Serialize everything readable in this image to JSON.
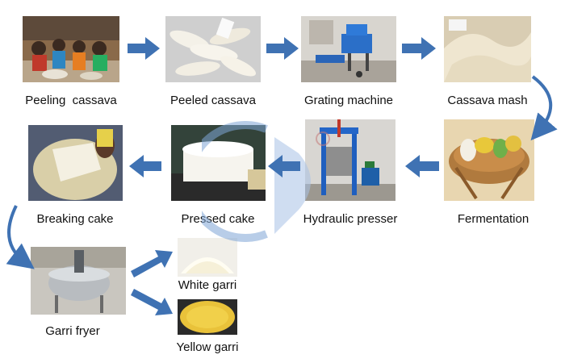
{
  "steps": {
    "peeling": "Peeling  cassava",
    "peeled": "Peeled cassava",
    "grating": "Grating machine",
    "mash": "Cassava mash",
    "fermentation": "Fermentation",
    "hydraulic": "Hydraulic presser",
    "pressed": "Pressed cake",
    "breaking": "Breaking cake",
    "fryer": "Garri fryer",
    "white": "White garri",
    "yellow": "Yellow garri"
  },
  "colors": {
    "arrow": "#3f72b3",
    "watermark": "#7fa6d6"
  }
}
